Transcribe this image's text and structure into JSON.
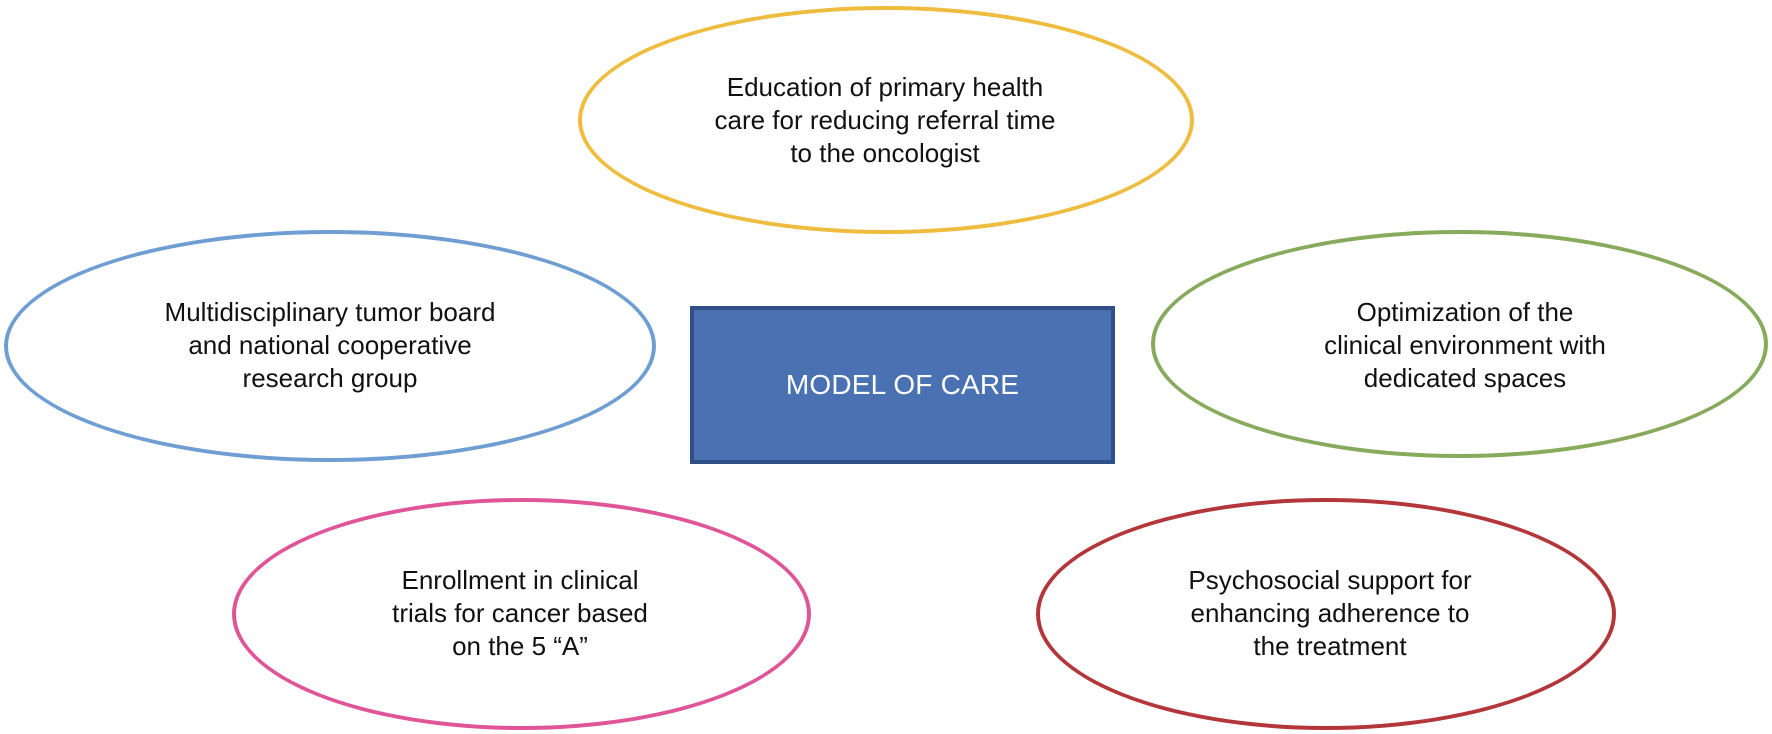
{
  "diagram": {
    "center": {
      "label": "MODEL OF CARE",
      "fill": "#4a72b2",
      "border": "#2f4f86",
      "text_color": "#ffffff"
    },
    "nodes": [
      {
        "id": "education",
        "label": "Education of primary health\ncare for reducing referral time\nto the oncologist",
        "outline_color": "#eebd3f"
      },
      {
        "id": "multidisciplinary",
        "label": "Multidisciplinary tumor board\nand national cooperative\nresearch group",
        "outline_color": "#6f9ed3"
      },
      {
        "id": "optimization",
        "label": "Optimization of the\nclinical environment with\ndedicated spaces",
        "outline_color": "#88aa5c"
      },
      {
        "id": "enrollment",
        "label": "Enrollment in clinical\ntrials for cancer based\non the 5 “A”",
        "outline_color": "#e05598"
      },
      {
        "id": "psychosocial",
        "label": "Psychosocial support for\nenhancing adherence to\nthe treatment",
        "outline_color": "#b3363a"
      }
    ]
  }
}
